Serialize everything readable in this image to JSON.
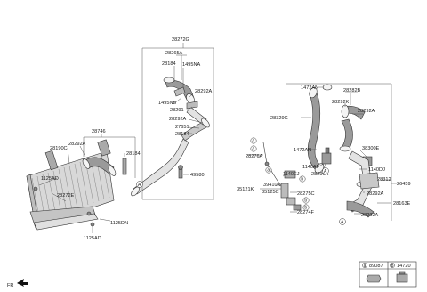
{
  "labels": {
    "p28272G": "28272G",
    "p28265A": "28265A",
    "p28184_top": "28184",
    "p1495NA": "1495NA",
    "p28292A_upper": "28292A",
    "p1495NB": "1495NB",
    "p28291": "28291",
    "p28292A_mid": "28292A",
    "p27651": "27651",
    "p28184_mid": "28184",
    "p49580": "49580",
    "p28746": "28746",
    "p28292A_left": "28292A",
    "p28190C": "28190C",
    "p28184_left": "28184",
    "p1125AD_left": "1125AD",
    "p28272E": "28272E",
    "p1125DN": "1125DN",
    "p1125AD_bottom": "1125AD",
    "p1472AN_top": "1472AN",
    "p28282B": "28282B",
    "p28292K": "28292K",
    "p28292A_right": "28292A",
    "p28329G": "28329G",
    "p1472AN_mid": "1472AN",
    "p38300E": "38300E",
    "p1140AF": "1140AF",
    "p1140DJ": "1140DJ",
    "p28290A": "28290A",
    "p28276A": "28276A",
    "p28312": "28312",
    "p26459": "26459",
    "p39410K": "39410K",
    "p1140EJ": "1140EJ",
    "p35121K": "35121K",
    "p35125C": "35125C",
    "p28275C": "28275C",
    "p28292A_r2": "28292A",
    "p28163E": "28163E",
    "p28274F": "28274F",
    "p28292A_r3": "28292A"
  },
  "callouts": {
    "a": "a",
    "b": "b",
    "A": "A"
  },
  "legend": {
    "a_code": "89087",
    "b_code": "14720",
    "a_letter": "a",
    "b_letter": "b"
  },
  "footer": {
    "fr": "FR"
  }
}
